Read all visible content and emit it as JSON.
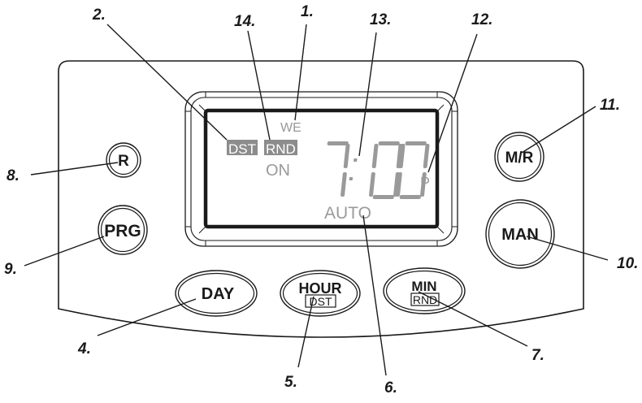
{
  "colors": {
    "line": "#1a1a1a",
    "lcd_segment": "#9a9a9a",
    "lcd_badge_bg": "#8c8c8c",
    "background": "#ffffff"
  },
  "lcd": {
    "day_indicator": "WE",
    "dst_badge": "DST",
    "rnd_badge": "RND",
    "on_status": "ON",
    "time_hour": "7",
    "time_minutes": "00",
    "time_display": "7:00",
    "meridiem": "P",
    "mode": "AUTO"
  },
  "buttons": {
    "reset": {
      "label": "R"
    },
    "program": {
      "label": "PRG"
    },
    "day": {
      "label": "DAY"
    },
    "hour": {
      "label": "HOUR",
      "sublabel": "DST"
    },
    "minute": {
      "label": "MIN",
      "sublabel": "RND"
    },
    "manual_random": {
      "label": "M/R"
    },
    "manual": {
      "label": "MAN"
    }
  },
  "callouts": [
    {
      "id": "1",
      "label": "1."
    },
    {
      "id": "2",
      "label": "2."
    },
    {
      "id": "4",
      "label": "4."
    },
    {
      "id": "5",
      "label": "5."
    },
    {
      "id": "6",
      "label": "6."
    },
    {
      "id": "7",
      "label": "7."
    },
    {
      "id": "8",
      "label": "8."
    },
    {
      "id": "9",
      "label": "9."
    },
    {
      "id": "10",
      "label": "10."
    },
    {
      "id": "11",
      "label": "11."
    },
    {
      "id": "12",
      "label": "12."
    },
    {
      "id": "13",
      "label": "13."
    },
    {
      "id": "14",
      "label": "14."
    }
  ]
}
